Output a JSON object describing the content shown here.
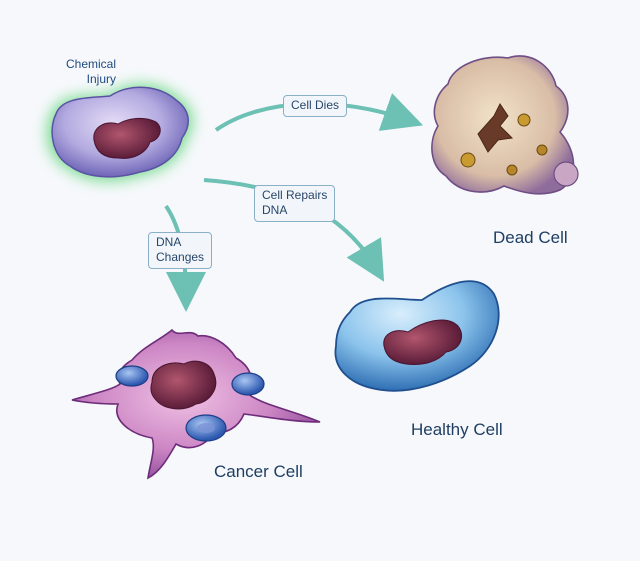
{
  "injury_label": {
    "line1": "Chemical",
    "line2": "Injury"
  },
  "paths": {
    "dies": "Cell Dies",
    "repairs": {
      "line1": "Cell Repairs",
      "line2": "DNA"
    },
    "changes": {
      "line1": "DNA",
      "line2": "Changes"
    }
  },
  "outcomes": {
    "dead": "Dead Cell",
    "healthy": "Healthy Cell",
    "cancer": "Cancer Cell"
  },
  "colors": {
    "arrow": "#6cc0b4",
    "injured_cell": "#a8a2d8",
    "injury_glow": "#5fd67a",
    "nucleus": "#7a2c4a",
    "dead_cell": "#d8bfa8",
    "healthy_cell": "#7ab8e6",
    "cancer_cell": "#c87ac0",
    "blood_cell": "#3f6fc8"
  }
}
